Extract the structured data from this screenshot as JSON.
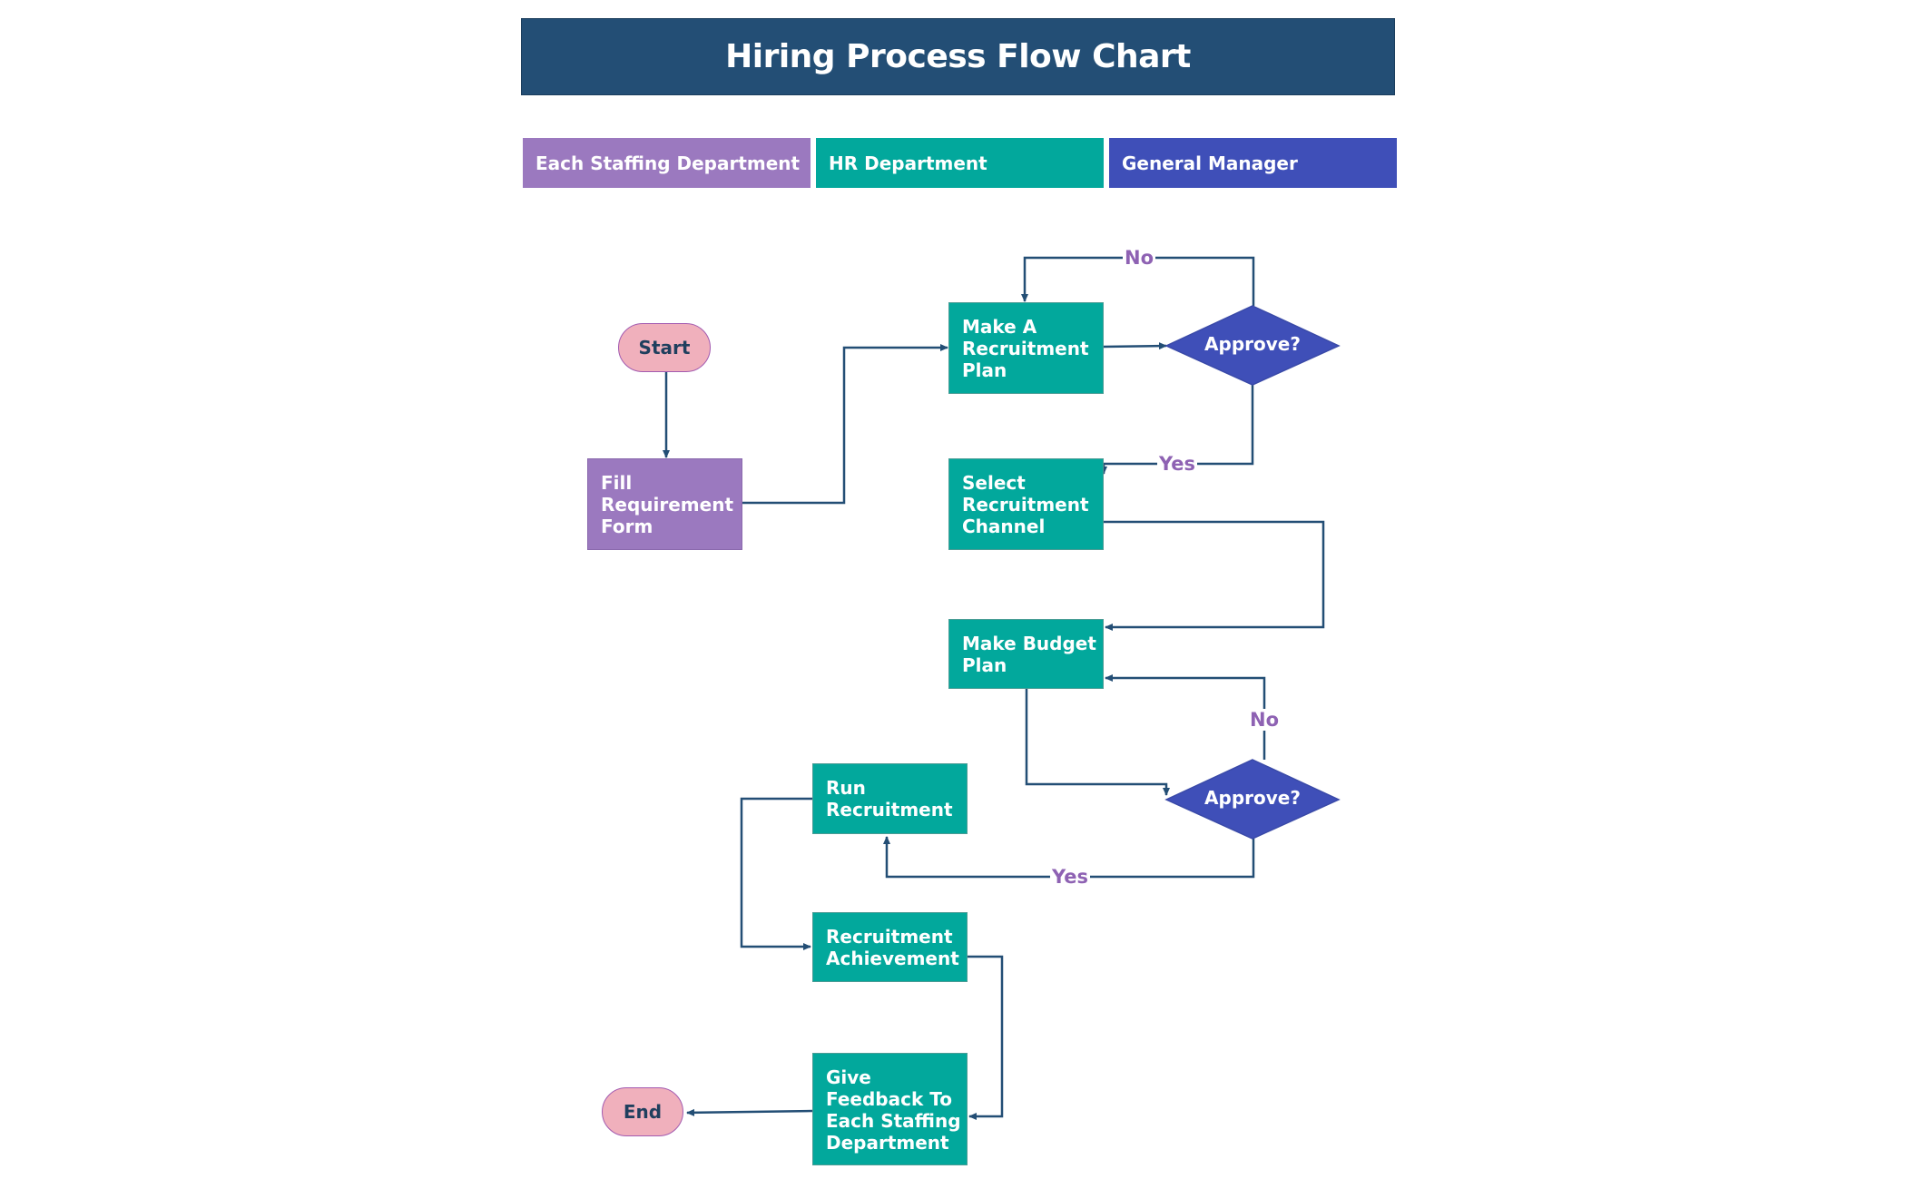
{
  "title": "Hiring Process Flow Chart",
  "lanes": [
    {
      "label": "Each Staffing Department",
      "color": "#9b79bf"
    },
    {
      "label": "HR Department",
      "color": "#02a89c"
    },
    {
      "label": "General Manager",
      "color": "#3f4fb8"
    }
  ],
  "nodes": {
    "start": "Start",
    "fill_form": "Fill\nRequirement\nForm",
    "recruitment_plan": "Make A\nRecruitment\nPlan",
    "approve_1": "Approve?",
    "select_channel": "Select\nRecruitment\nChannel",
    "budget_plan": "Make Budget\nPlan",
    "approve_2": "Approve?",
    "run_recruitment": "Run\nRecruitment",
    "achievement": "Recruitment\nAchievement",
    "feedback": "Give\nFeedback To\nEach Staffing\nDepartment",
    "end": "End"
  },
  "edge_labels": {
    "no_1": "No",
    "yes_1": "Yes",
    "no_2": "No",
    "yes_2": "Yes"
  },
  "colors": {
    "title_bg": "#234e75",
    "teal": "#02a89c",
    "purple": "#9b79bf",
    "diamond": "#3f4fb8",
    "terminal": "#f0b0bc",
    "connector": "#234e75",
    "edge_label": "#8e62b3"
  }
}
